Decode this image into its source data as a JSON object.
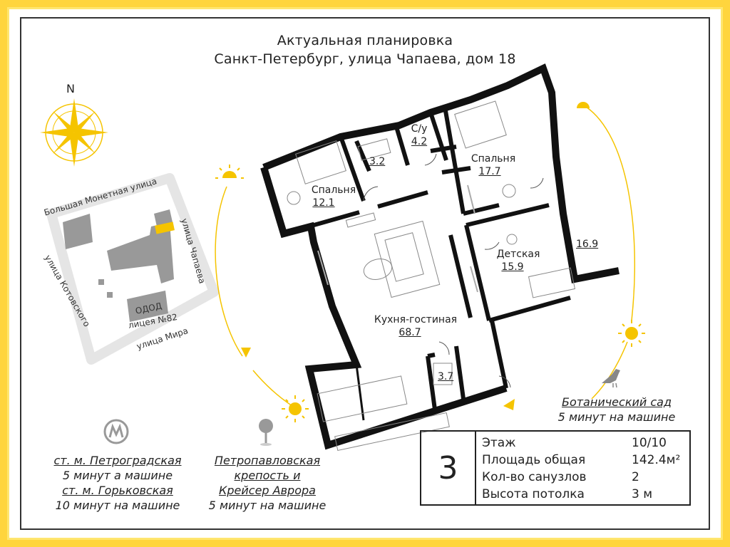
{
  "header": {
    "line1": "Актуальная планировка",
    "line2": "Санкт-Петербург, улица Чапаева, дом 18"
  },
  "compass": {
    "north_label": "N"
  },
  "map": {
    "streets": [
      "Большая Монетная улица",
      "улица Чапаева",
      "улица Котовского",
      "улица Мира"
    ],
    "building_label_1": "ОДОД",
    "building_label_2": "лицея №82"
  },
  "rooms": {
    "bedroom_left": {
      "name": "Спальня",
      "area": "12.1"
    },
    "wc_small": {
      "area": "3.2"
    },
    "bathroom": {
      "name": "С/у",
      "area": "4.2"
    },
    "bedroom_right": {
      "name": "Спальня",
      "area": "17.7"
    },
    "balcony": {
      "area": "16.9"
    },
    "kids": {
      "name": "Детская",
      "area": "15.9"
    },
    "living": {
      "name": "Кухня-гостиная",
      "area": "68.7"
    },
    "wc_bottom": {
      "area": "3.7"
    }
  },
  "poi": {
    "metro": {
      "line1": "ст. м. Петроградская",
      "line2": "5 минут а машине",
      "line3": "ст. м. Горьковская",
      "line4": "10 минут на машине"
    },
    "fortress": {
      "line1": "Петропавловская",
      "line2": "крепость и",
      "line3": "Крейсер Аврора",
      "line4": "5 минут на машине"
    },
    "garden": {
      "line1": "Ботанический сад",
      "line2": "5 минут на машине"
    }
  },
  "specs": {
    "rooms_count": "3",
    "rows": [
      {
        "label": "Этаж",
        "value": "10/10"
      },
      {
        "label": "Площадь общая",
        "value": "142.4м²"
      },
      {
        "label": "Кол-во санузлов",
        "value": "2"
      },
      {
        "label": "Высота потолка",
        "value": "3 м"
      }
    ]
  },
  "colors": {
    "accent": "#ffd53d",
    "wall": "#111111",
    "map_building": "#999999",
    "map_highlight": "#f5c400"
  },
  "icons": [
    "compass-icon",
    "sun-icon",
    "metro-icon",
    "location-pin-icon",
    "bird-icon"
  ]
}
